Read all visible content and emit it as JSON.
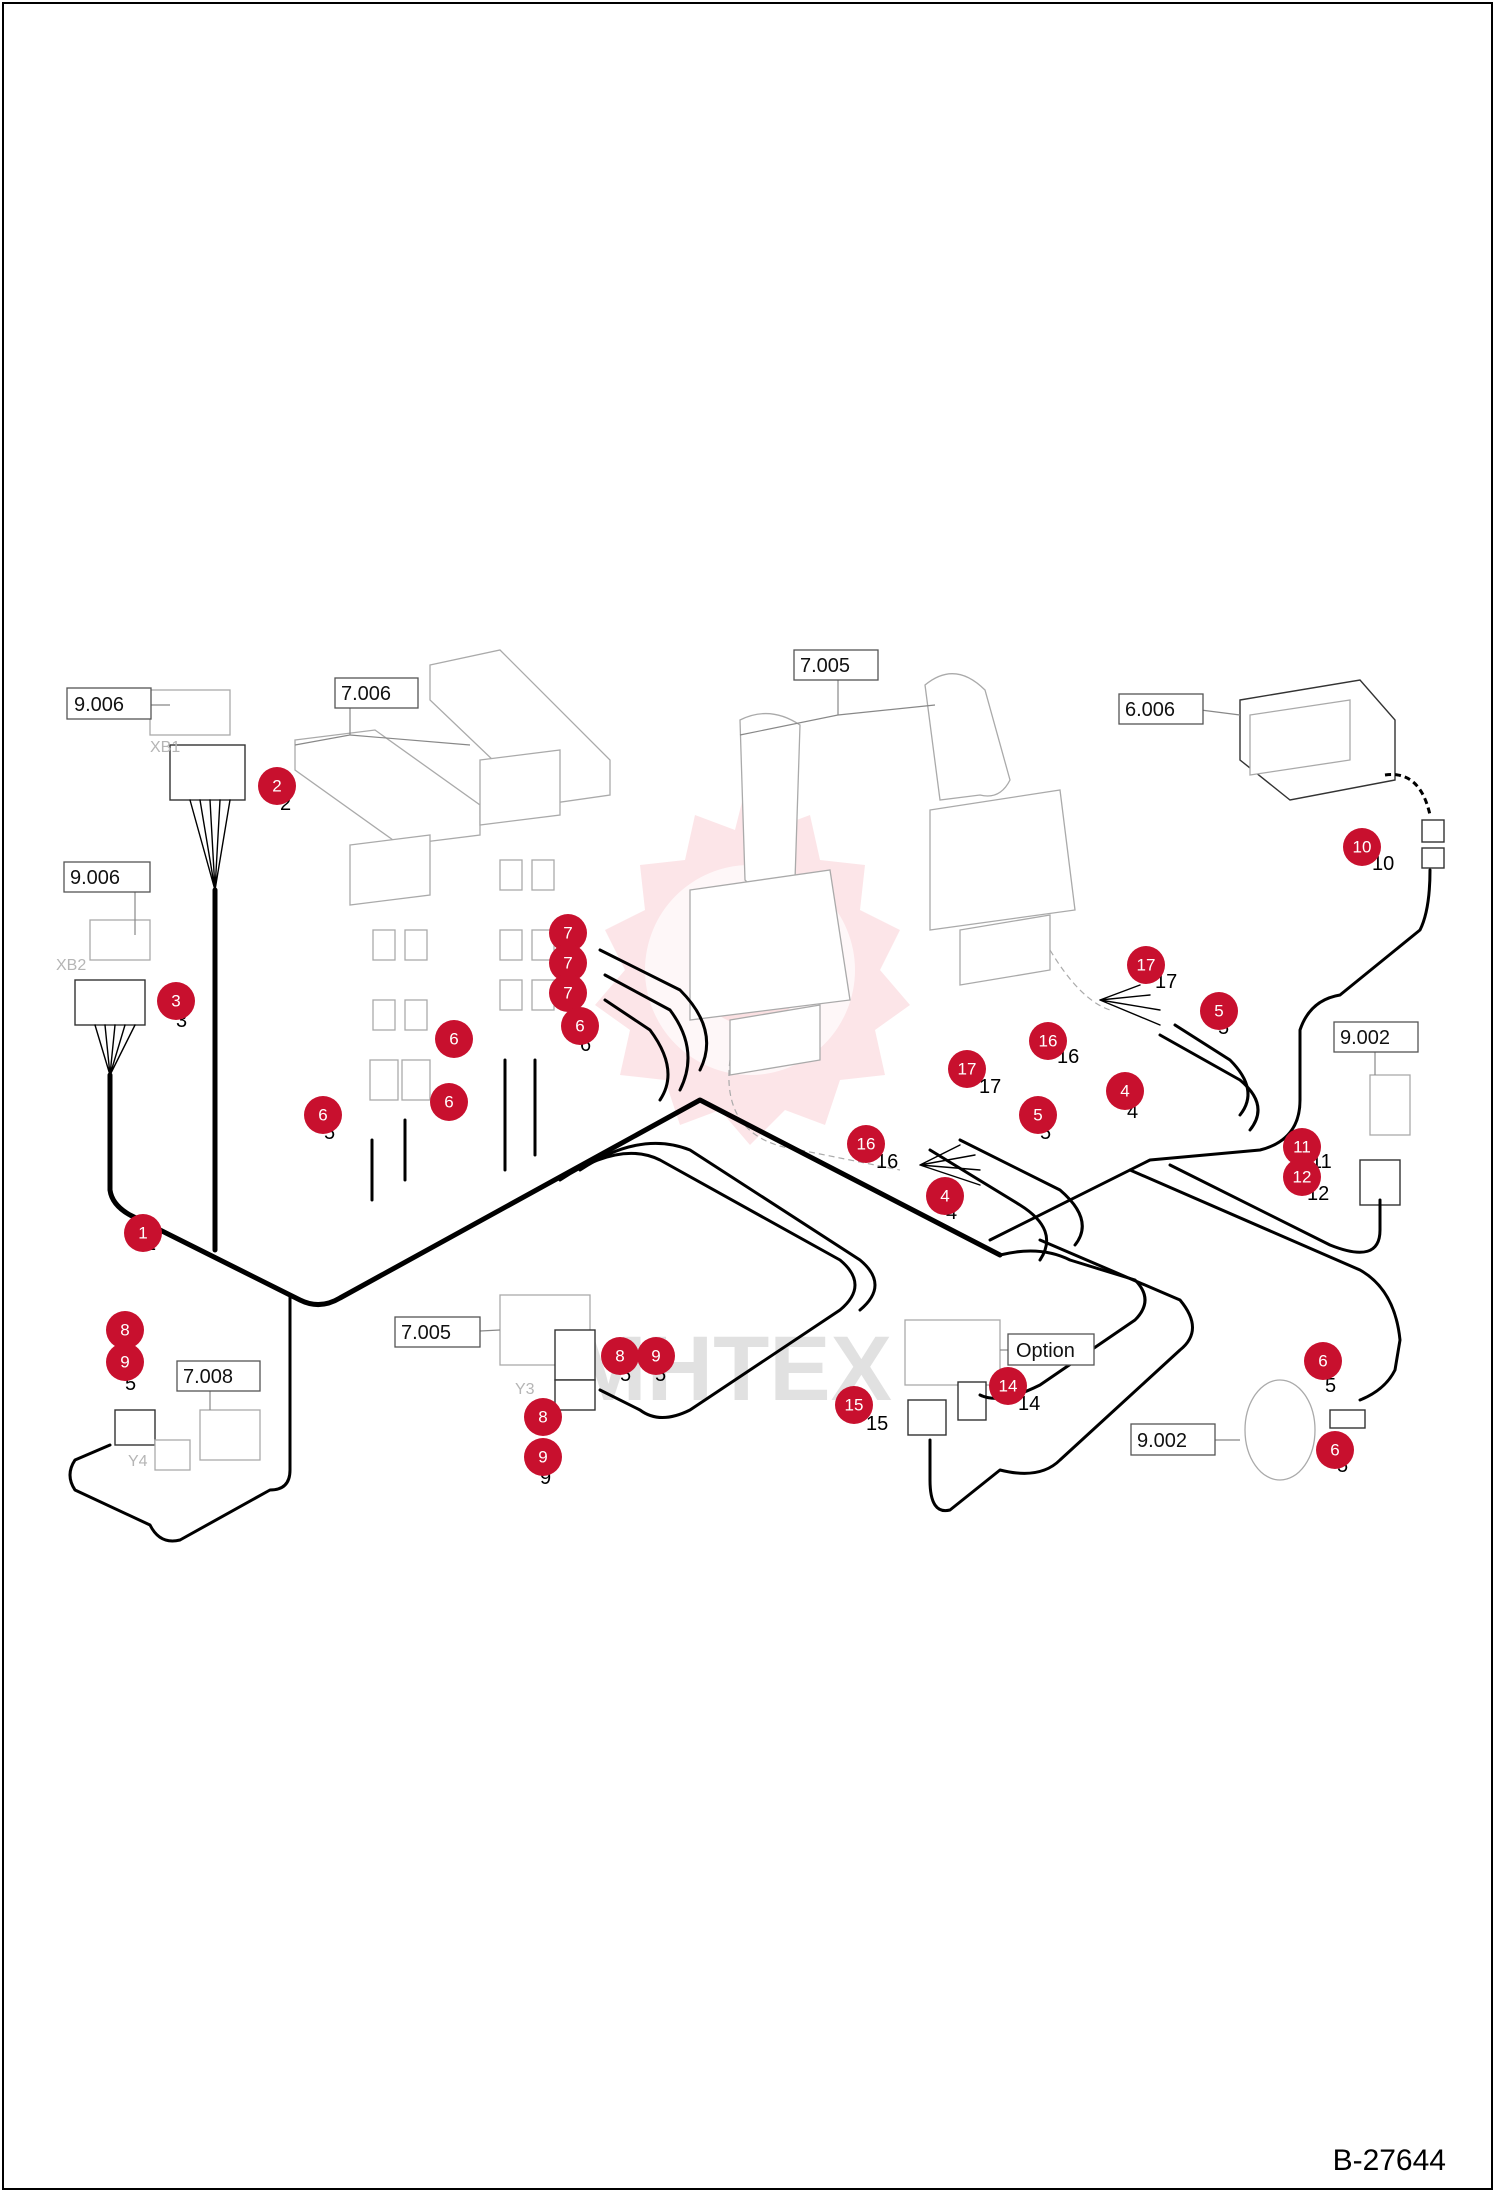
{
  "drawing_number": "B-27644",
  "watermark_text": "MHTEX",
  "ref_boxes": [
    {
      "id": "ref-9006-top",
      "text": "9.006"
    },
    {
      "id": "ref-7006",
      "text": "7.006"
    },
    {
      "id": "ref-7005-top",
      "text": "7.005"
    },
    {
      "id": "ref-6006",
      "text": "6.006"
    },
    {
      "id": "ref-9006-mid",
      "text": "9.006"
    },
    {
      "id": "ref-9002-right",
      "text": "9.002"
    },
    {
      "id": "ref-7005-bottom",
      "text": "7.005"
    },
    {
      "id": "ref-7008",
      "text": "7.008"
    },
    {
      "id": "ref-option",
      "text": "Option"
    },
    {
      "id": "ref-9002-bottom",
      "text": "9.002"
    }
  ],
  "component_labels": {
    "xb1": "XB1",
    "xb2": "XB2",
    "y3": "Y3",
    "y4": "Y4"
  },
  "callouts": [
    "2",
    "3",
    "7",
    "7",
    "7",
    "6",
    "6",
    "6",
    "6",
    "1",
    "8",
    "9",
    "17",
    "16",
    "5",
    "4",
    "17",
    "16",
    "5",
    "4",
    "10",
    "11",
    "12",
    "8",
    "9",
    "8",
    "9",
    "15",
    "14",
    "6",
    "6"
  ],
  "stub_numbers": [
    "2",
    "3",
    "6",
    "6",
    "5",
    "5",
    "1",
    "17",
    "16",
    "5",
    "4",
    "17",
    "16",
    "5",
    "4",
    "10",
    "11",
    "12",
    "5",
    "9",
    "5",
    "5",
    "15",
    "14",
    "5",
    "5"
  ],
  "colors": {
    "callout": "#c8102e",
    "harness": "#000000",
    "ghost": "#aaaaaa",
    "watermark": "#e9394a"
  }
}
